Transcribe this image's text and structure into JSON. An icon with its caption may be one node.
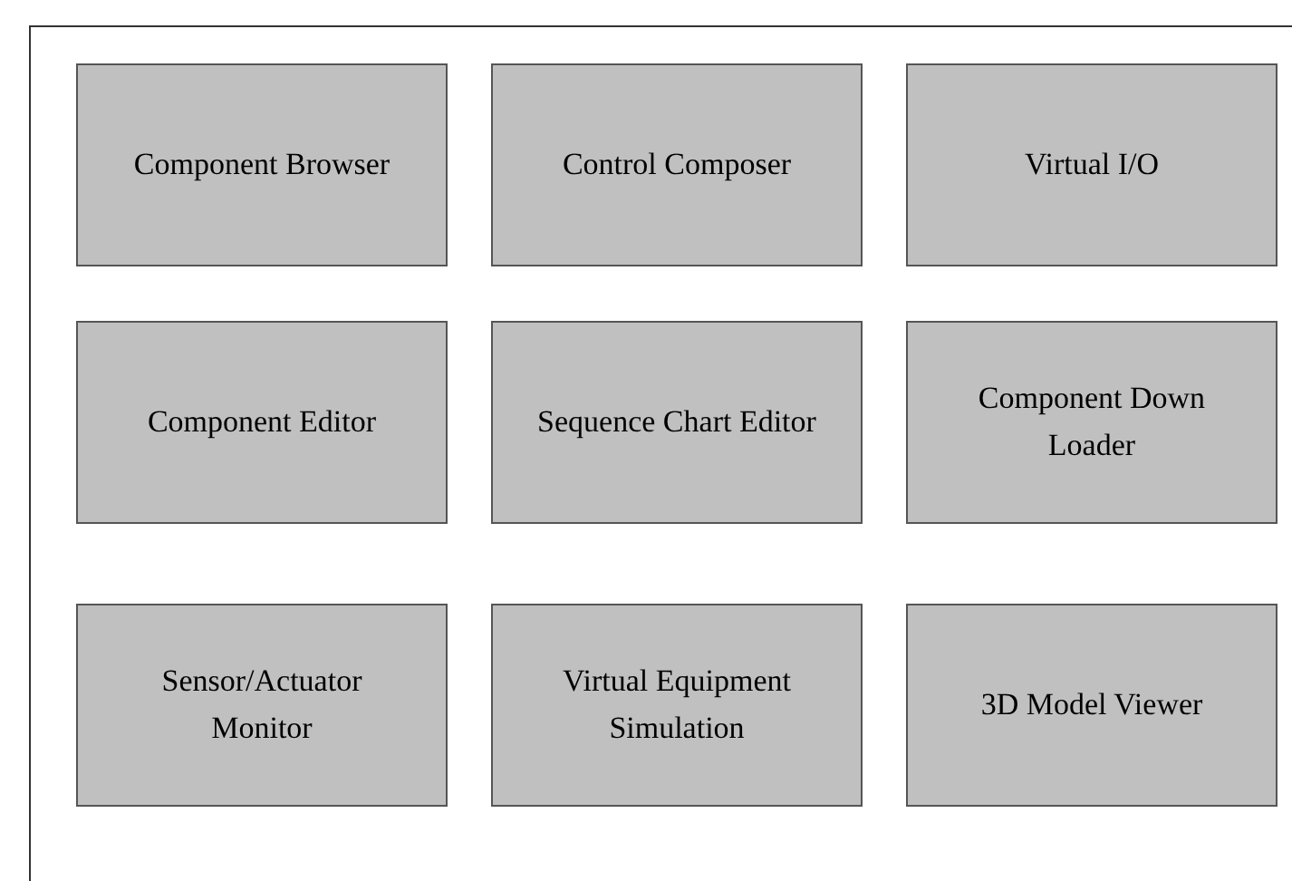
{
  "diagram": {
    "nodes": [
      {
        "text": [
          "Component Browser"
        ]
      },
      {
        "text": [
          "Control Composer"
        ]
      },
      {
        "text": [
          "Virtual I/O"
        ]
      },
      {
        "text": [
          "Component Editor"
        ]
      },
      {
        "text": [
          "Sequence Chart Editor"
        ]
      },
      {
        "text": [
          "Component Down Loader"
        ]
      },
      {
        "text": [
          "Sensor/Actuator Monitor"
        ]
      },
      {
        "text": [
          "Virtual Equipment Simulation"
        ]
      },
      {
        "text": [
          "3D Model Viewer"
        ]
      }
    ],
    "edges": []
  }
}
